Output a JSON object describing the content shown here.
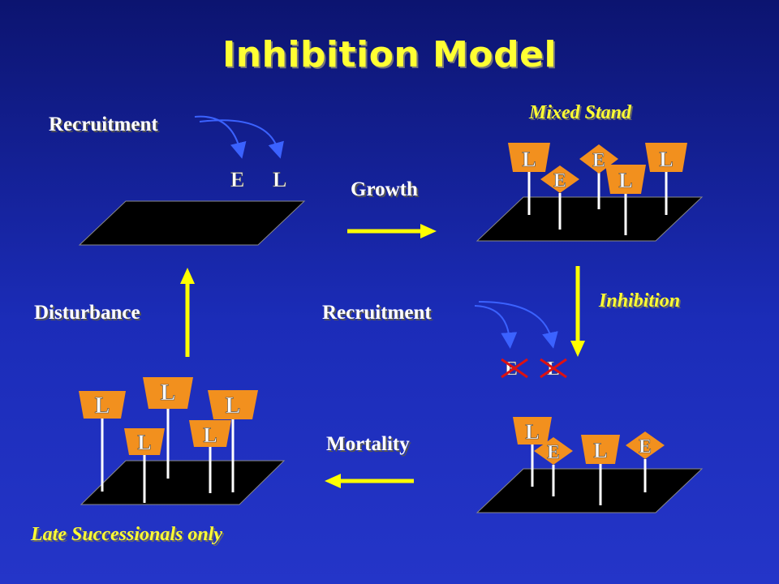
{
  "title": "Inhibition Model",
  "labels": {
    "recruitment_top": "Recruitment",
    "recruitment_mid": "Recruitment",
    "growth": "Growth",
    "inhibition": "Inhibition",
    "disturbance": "Disturbance",
    "mortality": "Mortality",
    "mixed_stand": "Mixed Stand",
    "late_successionals": "Late Successionals only"
  },
  "recruit_letters": {
    "e": "E",
    "l": "L"
  },
  "stands": {
    "mixed": [
      "L",
      "E",
      "E",
      "L",
      "L"
    ],
    "bottom_right": [
      "L",
      "E",
      "L",
      "E"
    ],
    "late": [
      "L",
      "L",
      "L",
      "L",
      "L"
    ]
  },
  "colors": {
    "sign_fill": "#f2901e",
    "arrow_yellow": "#ffff00",
    "title_yellow": "#ffff33",
    "cross_red": "#dd1111"
  }
}
